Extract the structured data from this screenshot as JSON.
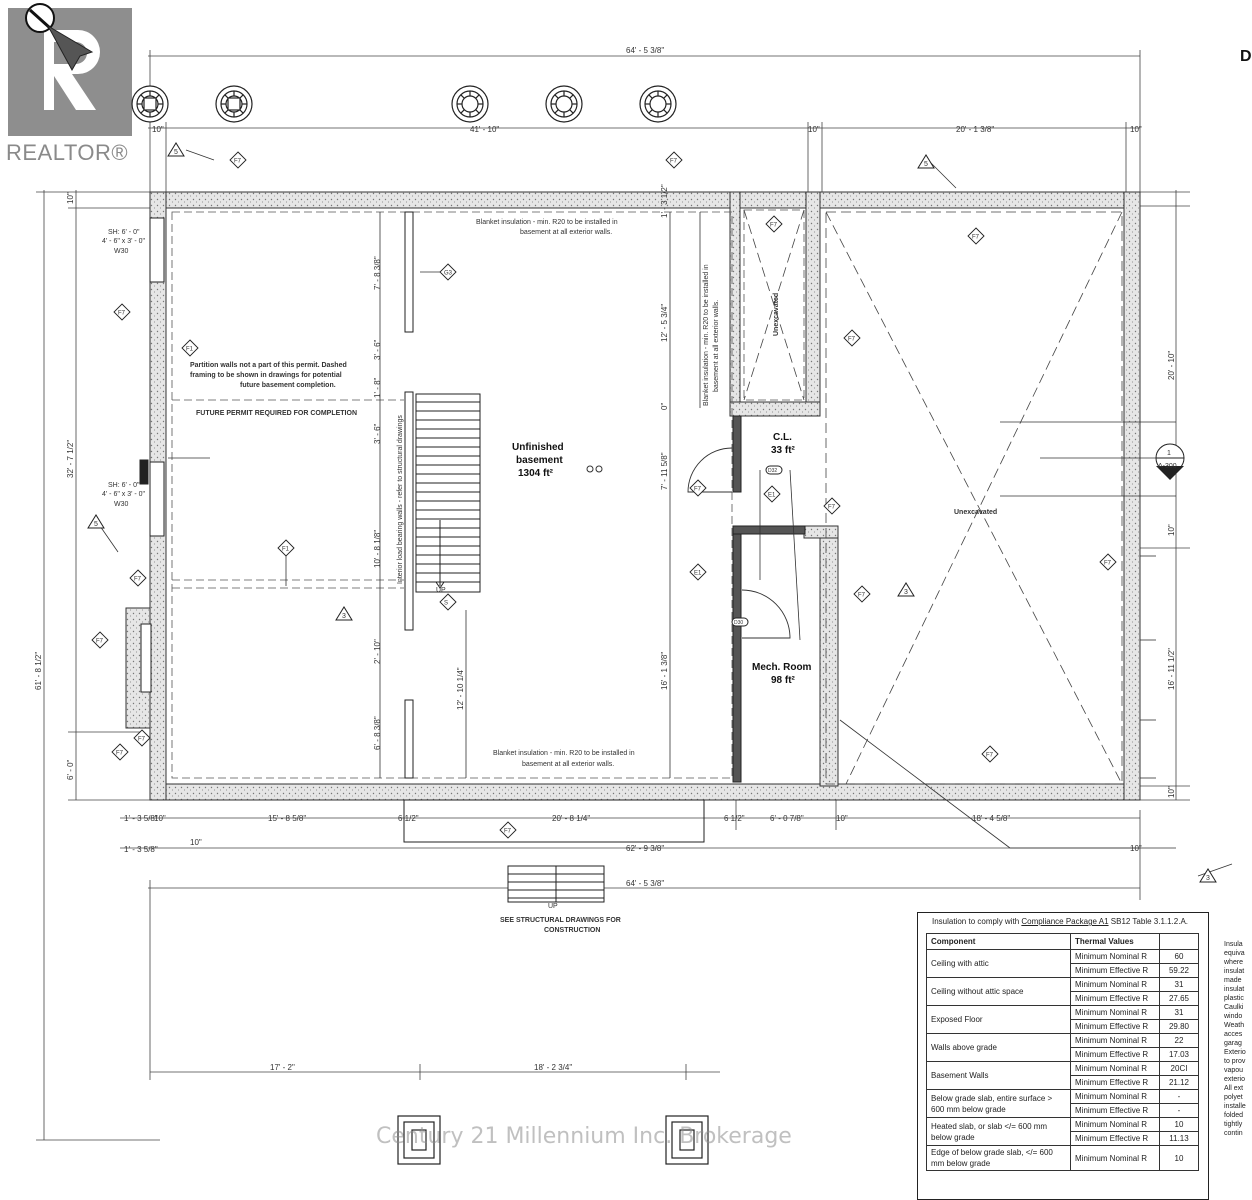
{
  "branding": {
    "realtor_word": "REALTOR®",
    "watermark": "Century 21 Millennium Inc. Brokerage"
  },
  "corner_letter": "D",
  "rooms": {
    "unfinished_title": "Unfinished",
    "unfinished_sub": "basement",
    "unfinished_area": "1304 ft²",
    "cl_title": "C.L.",
    "cl_area": "33 ft²",
    "mech_title": "Mech. Room",
    "mech_area": "98 ft²",
    "unexcavated_right": "Unexcavated",
    "unexcavated_small": "Unexcavated"
  },
  "notes": {
    "blanket_top_1": "Blanket insulation - min. R20 to be installed in",
    "blanket_top_2": "basement at all exterior walls.",
    "blanket_bottom_1": "Blanket insulation - min. R20 to be installed in",
    "blanket_bottom_2": "basement at all exterior walls.",
    "partition_1": "Partition walls not a part of this permit. Dashed",
    "partition_2": "framing to be shown in drawings for potential",
    "partition_3": "future basement completion.",
    "future_permit": "FUTURE PERMIT REQUIRED FOR COMPLETION",
    "see_structural_1": "SEE STRUCTURAL DRAWINGS FOR",
    "see_structural_2": "CONSTRUCTION",
    "vertical_blanket_1": "Blanket insulation - min. R20 to be installed in",
    "vertical_blanket_2": "basement at all exterior walls.",
    "interior_load": "Interior load bearing walls - refer to structural drawings",
    "up1": "UP",
    "up2": "UP",
    "section_num": "1",
    "section_ref": "A-300",
    "sh_1": "SH: 6' - 0\"",
    "sh_2": "4' - 6\" x 3' - 0\"",
    "sh_3": "W30",
    "sh_4": "SH: 6' - 0\"",
    "sh_5": "4' - 6\" x 3' - 0\"",
    "sh_6": "W30"
  },
  "dimensions": {
    "top_total": "64' - 5 3/8\"",
    "top_a": "10\"",
    "top_b": "41' - 10\"",
    "top_c": "10\"",
    "top_d": "20' - 1 3/8\"",
    "top_e": "10\"",
    "left_total": "61' - 8 1/2\"",
    "left_upper": "32' - 7 1/2\"",
    "left_lower": "6' - 0\"",
    "left_top_small": "10\"",
    "int_1": "7' - 8 3/8\"",
    "int_2": "3' - 6\"",
    "int_3": "1' - 8\"",
    "int_4": "3' - 6\"",
    "int_5": "10' - 8 1/8\"",
    "int_6": "2' - 10\"",
    "int_7": "6' - 8 3/8\"",
    "stair_run": "12' - 10 1/4\"",
    "mid_1": "12' - 5 3/4\"",
    "mid_2": "0\"",
    "mid_3": "7' - 11 5/8\"",
    "mid_4": "16' - 1 3/8\"",
    "mid_top": "1' - 3 1/2\"",
    "right_1": "20' - 10\"",
    "right_2": "10\"",
    "right_3": "16' - 11 1/2\"",
    "right_4": "10\"",
    "bot_a": "1' - 3 5/8\"",
    "bot_b": "10\"",
    "bot_c": "15' - 8 5/8\"",
    "bot_d": "6 1/2\"",
    "bot_e": "20' - 8 1/4\"",
    "bot_f": "6 1/2\"",
    "bot_g": "6' - 0 7/8\"",
    "bot_h": "10\"",
    "bot_i": "18' - 4 5/8\"",
    "bot2_a": "1' - 3 5/8\"",
    "bot2_b": "10\"",
    "bot2_c": "62' - 9 3/8\"",
    "bot2_d": "10\"",
    "bot3": "64' - 5 3/8\"",
    "low_a": "17' - 2\"",
    "low_b": "18' - 2 3/4\""
  },
  "tags": {
    "f7": "F7",
    "f1": "F1",
    "g3": "G3",
    "e1": "E1",
    "s": "S",
    "x3": "3",
    "x5": "5",
    "d32": "D32",
    "d30": "D30"
  },
  "insulation": {
    "caption_pre": "Insulation to comply with ",
    "caption_link": "Compliance Package A1",
    "caption_post": " SB12 Table 3.1.1.2.A.",
    "col_component": "Component",
    "col_thermal": "Thermal Values",
    "rows": [
      {
        "component": "Ceiling with attic",
        "nominal_label": "Minimum Nominal R",
        "nominal": "60",
        "effective_label": "Minimum Effective R",
        "effective": "59.22"
      },
      {
        "component": "Ceiling without attic space",
        "nominal_label": "Minimum Nominal R",
        "nominal": "31",
        "effective_label": "Minimum Effective R",
        "effective": "27.65"
      },
      {
        "component": "Exposed Floor",
        "nominal_label": "Minimum Nominal R",
        "nominal": "31",
        "effective_label": "Minimum Effective R",
        "effective": "29.80"
      },
      {
        "component": "Walls above grade",
        "nominal_label": "Minimum Nominal R",
        "nominal": "22",
        "effective_label": "Minimum Effective R",
        "effective": "17.03"
      },
      {
        "component": "Basement Walls",
        "nominal_label": "Minimum Nominal R",
        "nominal": "20CI",
        "effective_label": "Minimum Effective R",
        "effective": "21.12"
      },
      {
        "component": "Below grade slab, entire surface > 600 mm below grade",
        "nominal_label": "Minimum Nominal R",
        "nominal": "-",
        "effective_label": "Minimum Effective R",
        "effective": "-"
      },
      {
        "component": "Heated slab, or slab </= 600 mm below grade",
        "nominal_label": "Minimum Nominal R",
        "nominal": "10",
        "effective_label": "Minimum Effective R",
        "effective": "11.13"
      },
      {
        "component": "Edge of below grade slab, </= 600 mm below grade",
        "nominal_label": "Minimum Nominal R",
        "nominal": "10",
        "effective_label": "",
        "effective": ""
      }
    ]
  },
  "side_notes": [
    "Insula",
    "equiva",
    "where",
    "insulat",
    "made",
    "insulat",
    "plastic",
    "Caulki",
    "windo",
    "Weath",
    "acces",
    "garag",
    "Exterio",
    "to prov",
    "vapou",
    "exterio",
    "All ext",
    "polyet",
    "installe",
    "folded",
    "tightly",
    "contin"
  ]
}
